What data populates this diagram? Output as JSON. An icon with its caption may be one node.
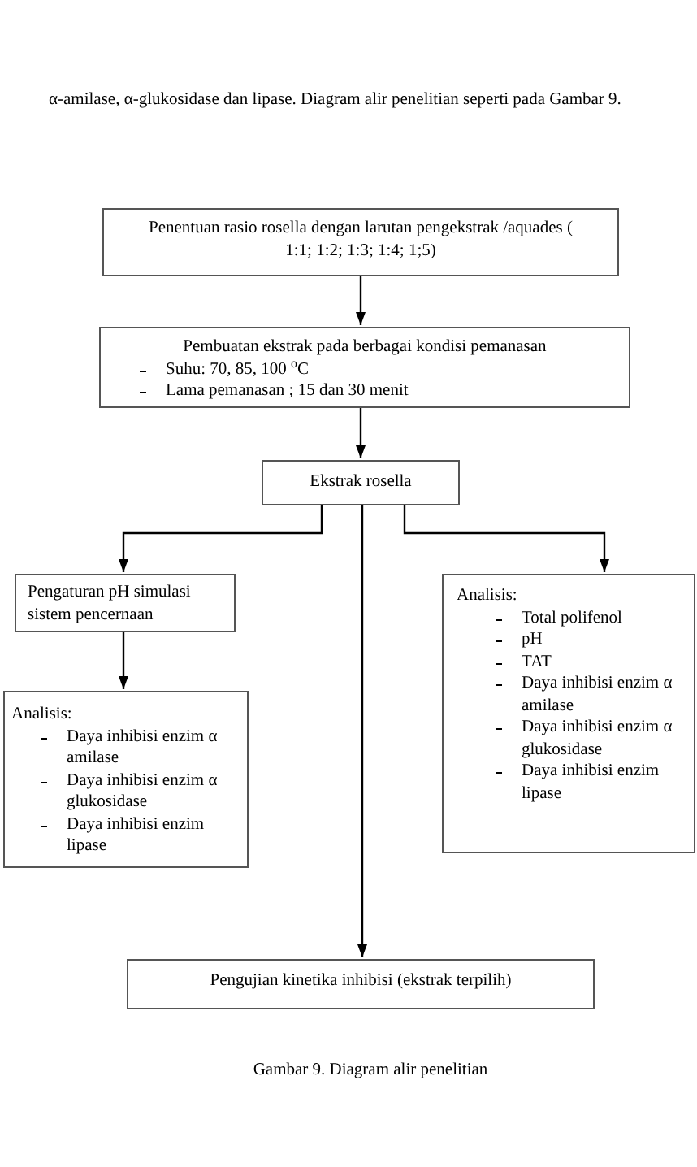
{
  "diagram": {
    "caption": "Gambar 9. Diagram alir penelitian",
    "nodes": [
      {
        "text": [
          "Penentuan rasio rosella dengan larutan pengekstrak /aquades ( 1:1; 1:2; 1:3; 1:4; 1;5)"
        ]
      },
      {
        "text": [
          "Pembuatan ekstrak pada berbagai kondisi pemanasan",
          "Suhu: 70, 85, 100 $^{o}$C",
          "Lama pemanasan ; 15 dan 30 menit"
        ]
      },
      {
        "text": [
          "Ekstrak rosella"
        ]
      },
      {
        "text": [
          "Pengaturan pH simulasi sistem pencernaan"
        ]
      },
      {
        "text": [
          "Analisis:",
          "Daya inhibisi enzim α amilase",
          "Daya inhibisi enzim α glukosidase",
          "Daya inhibisi enzim lipase"
        ]
      },
      {
        "text": [
          "Analisis:",
          "Total polifenol",
          "pH",
          "TAT",
          "Daya inhibisi enzim α amilase",
          "Daya inhibisi enzim α glukosidase",
          "Daya inhibisi enzim lipase"
        ]
      },
      {
        "text": [
          "Pengujian kinetika inhibisi (ekstrak terpilih)"
        ]
      }
    ],
    "edges": [
      {
        "from": 0,
        "to": 1,
        "arrow": "to"
      },
      {
        "from": 1,
        "to": 2,
        "arrow": "to"
      },
      {
        "from": 2,
        "to": 3,
        "arrow": "to"
      },
      {
        "from": 2,
        "to": 5,
        "arrow": "to"
      },
      {
        "from": 2,
        "to": 6,
        "arrow": "to"
      },
      {
        "from": 3,
        "to": 4,
        "arrow": "to"
      }
    ],
    "labels": [
      "α-amilase, α-glukosidase dan lipase. Diagram alir penelitian seperti pada Gambar 9."
    ]
  }
}
